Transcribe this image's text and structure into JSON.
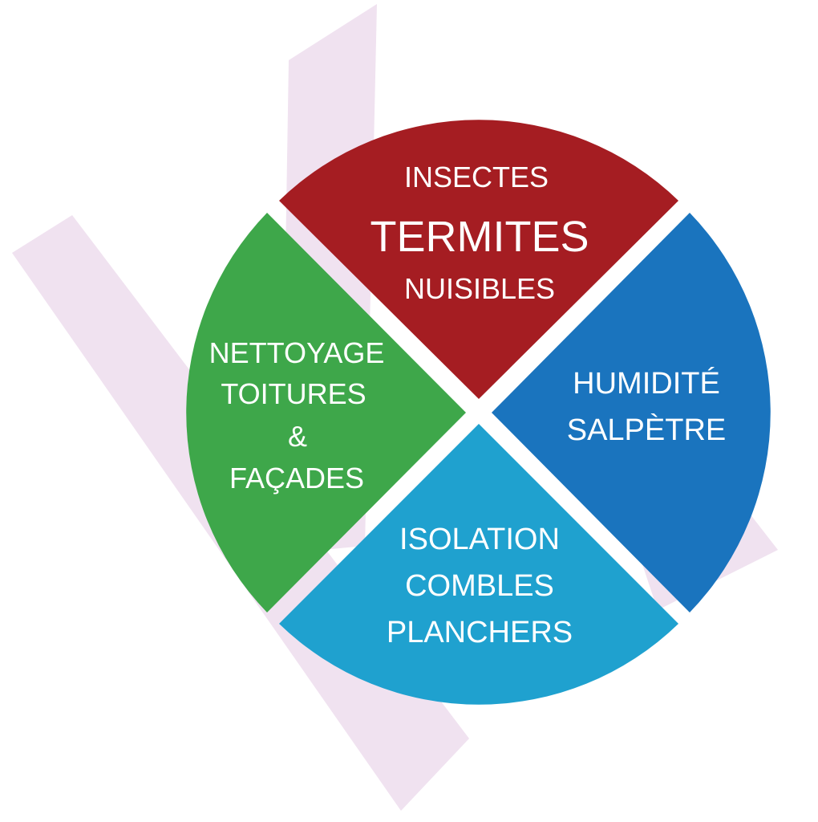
{
  "colors": {
    "background": "#ffffff",
    "watermark": "#f0e2f0",
    "top": "#a51d22",
    "right": "#1a74be",
    "bottom": "#1fa1cf",
    "left": "#3ea74a",
    "text": "#ffffff"
  },
  "segments": {
    "top": {
      "line1": "INSECTES",
      "line2": "TERMITES",
      "line3": "NUISIBLES"
    },
    "right": {
      "line1": "HUMIDITÉ",
      "line2": "SALPÈTRE"
    },
    "bottom": {
      "line1": "ISOLATION",
      "line2": "COMBLES",
      "line3": "PLANCHERS"
    },
    "left": {
      "line1": "NETTOYAGE",
      "line2": "TOITURES",
      "line3": "&",
      "line4": "FAÇADES"
    }
  }
}
